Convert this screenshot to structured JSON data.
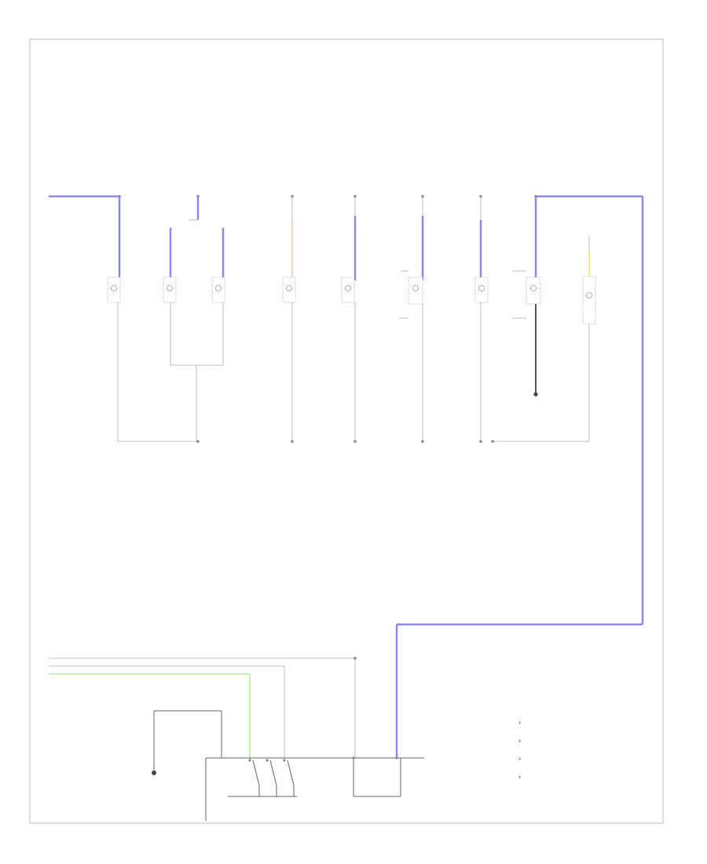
{
  "diagram": {
    "corner_label": "",
    "components": [
      {
        "id": "c1",
        "label": "",
        "sub": ""
      },
      {
        "id": "c2",
        "label": "",
        "sub": ""
      },
      {
        "id": "c3",
        "label": "",
        "sub": ""
      },
      {
        "id": "c4",
        "label": "",
        "sub": ""
      },
      {
        "id": "c5",
        "label": "",
        "sub": ""
      },
      {
        "id": "c6",
        "label": "",
        "sub": ""
      },
      {
        "id": "c7",
        "label": "",
        "sub": ""
      },
      {
        "id": "c8",
        "label": "",
        "sub": ""
      },
      {
        "id": "c9",
        "label": "",
        "sub": ""
      }
    ],
    "notes": {
      "c6_note": "",
      "c8_ground": "",
      "c9_fuse": "",
      "bottom_ground": "",
      "bottom_connector": ""
    },
    "legend": [
      {
        "num": "1",
        "text": ""
      },
      {
        "num": "2",
        "text": ""
      },
      {
        "num": "3",
        "text": ""
      },
      {
        "num": "4",
        "text": ""
      }
    ],
    "colors": {
      "blue": "#8888ee",
      "orange": "#f2b48a",
      "yellow": "#f1ec9a",
      "green": "#b6ee9a",
      "gray": "#aaaaaa"
    }
  }
}
